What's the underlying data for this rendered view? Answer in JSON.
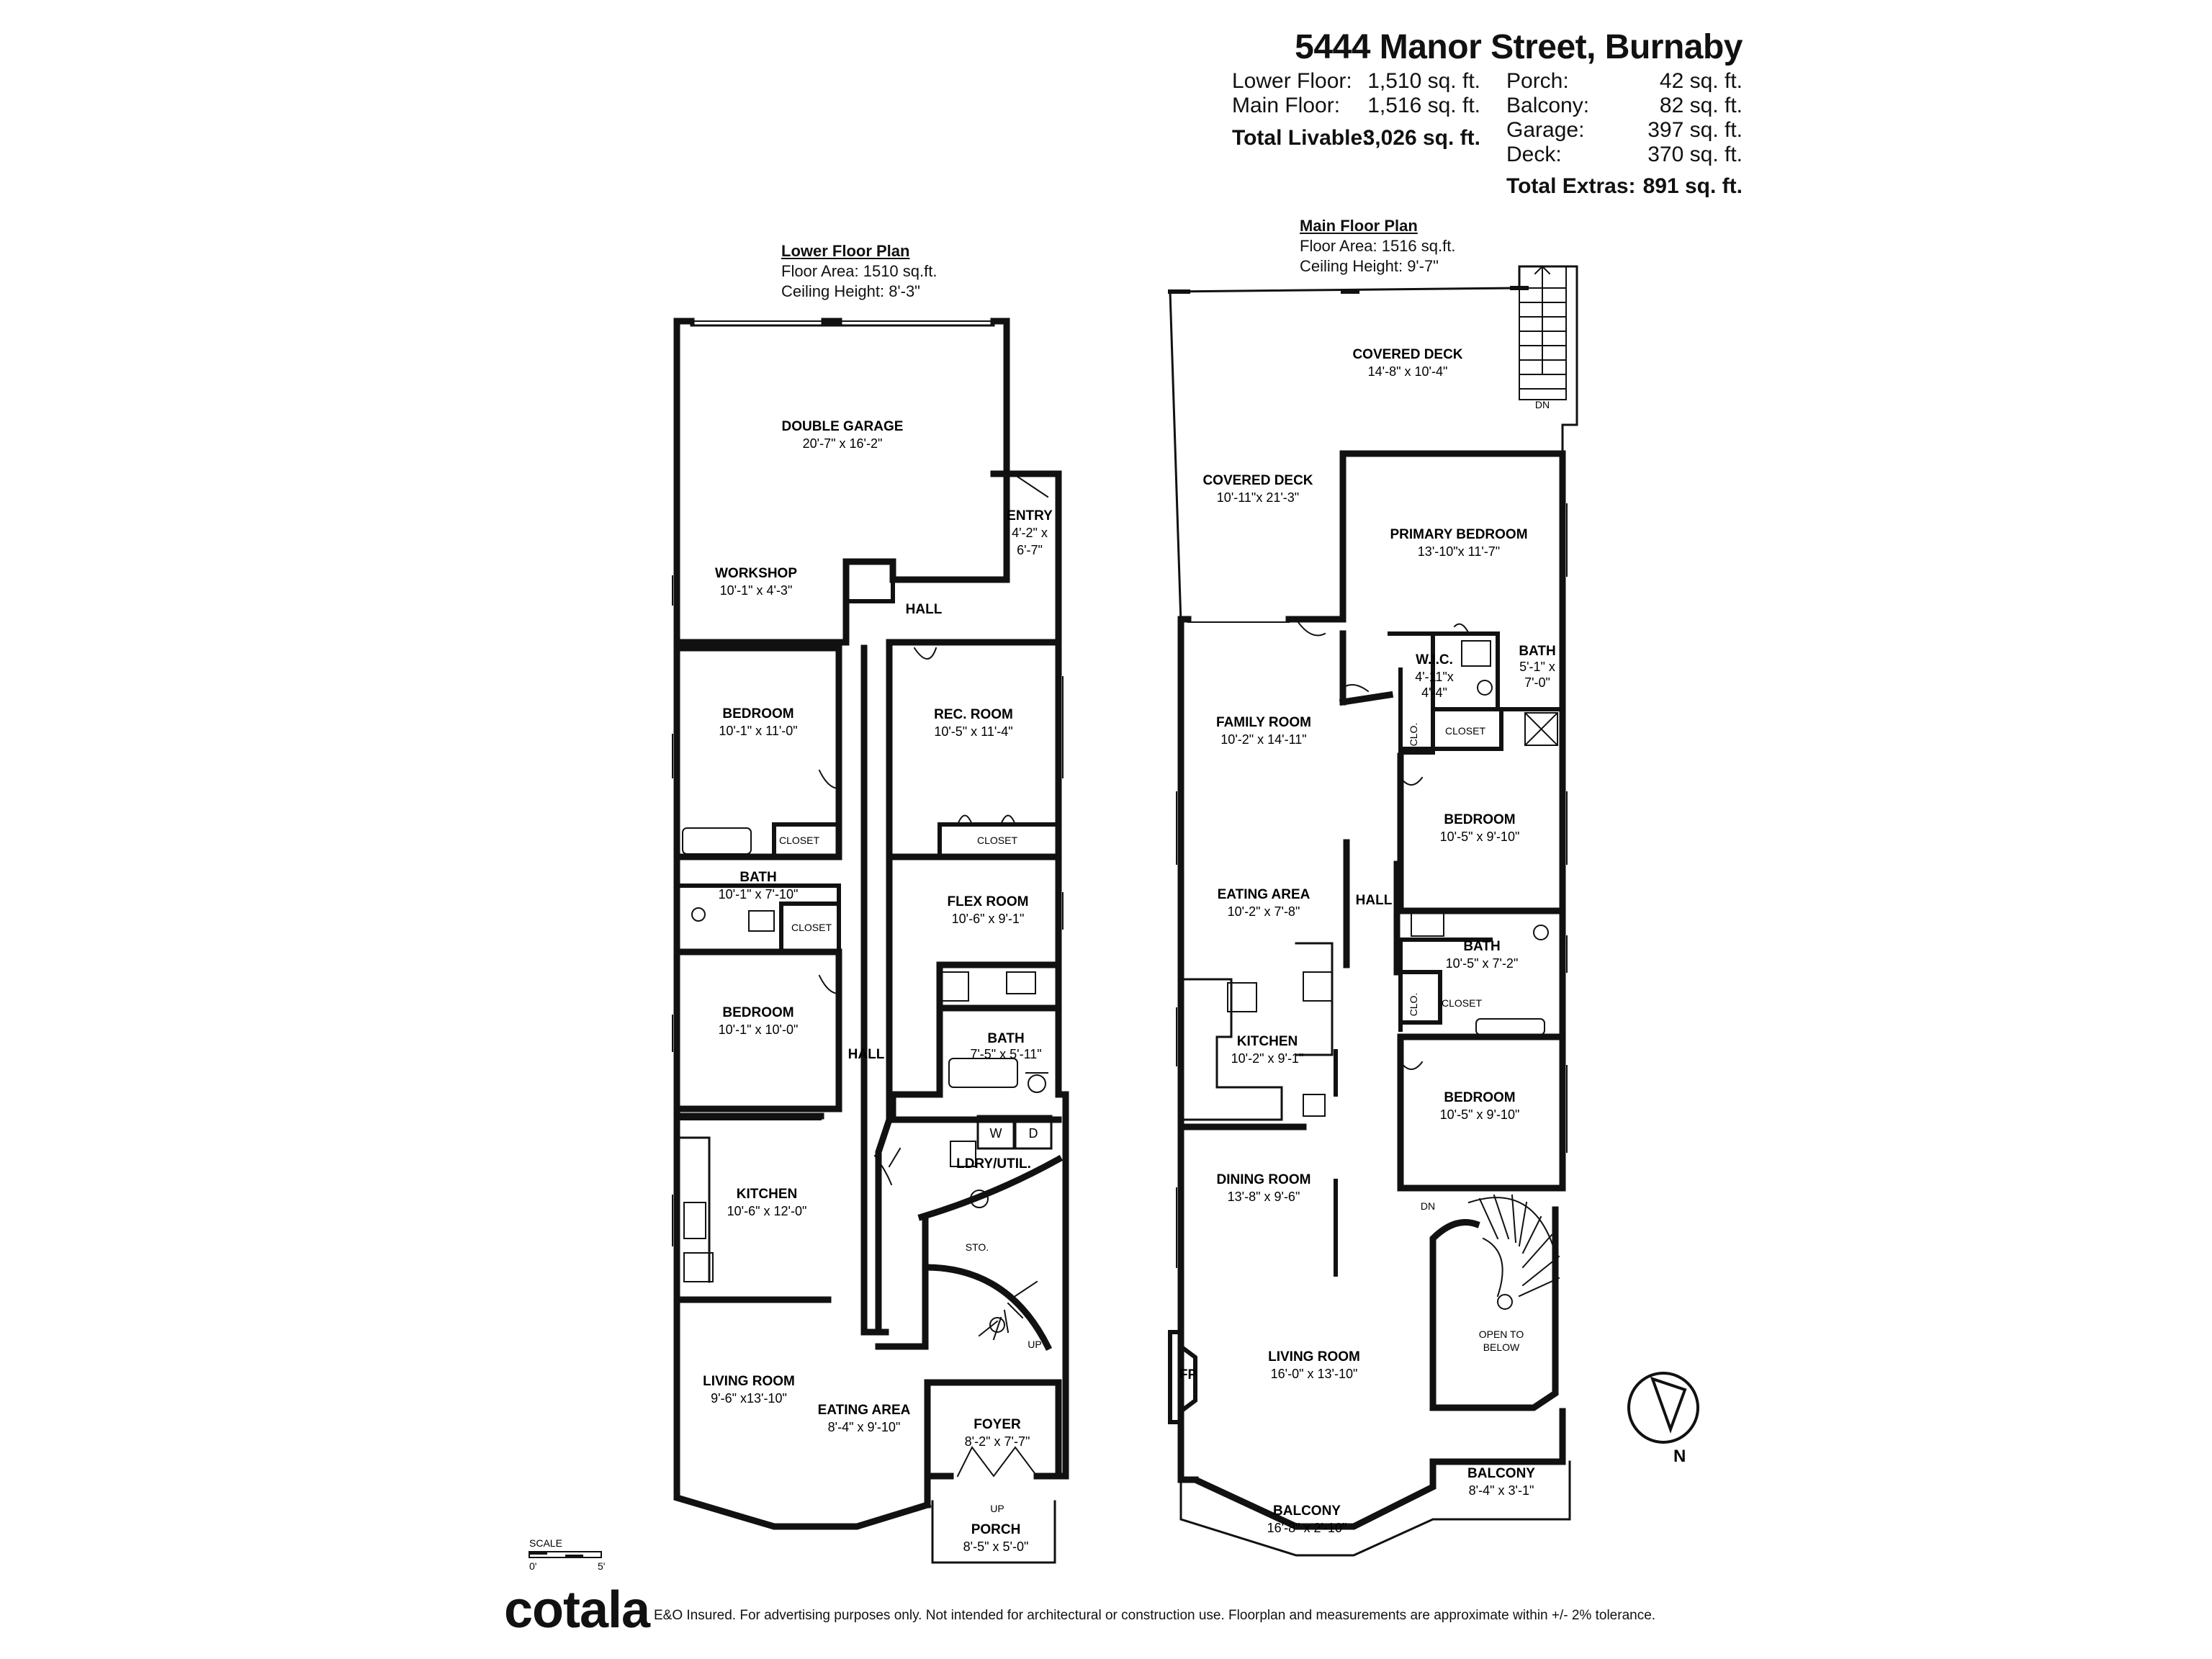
{
  "header": {
    "title": "5444 Manor Street, Burnaby",
    "livable": [
      {
        "label": "Lower Floor:",
        "value": "1,510 sq. ft."
      },
      {
        "label": "Main Floor:",
        "value": "1,516 sq. ft."
      }
    ],
    "total_livable": {
      "label": "Total Livable:",
      "value": "3,026 sq. ft."
    },
    "extras": [
      {
        "label": "Porch:",
        "value": "42 sq. ft."
      },
      {
        "label": "Balcony:",
        "value": "82 sq. ft."
      },
      {
        "label": "Garage:",
        "value": "397 sq. ft."
      },
      {
        "label": "Deck:",
        "value": "370 sq. ft."
      }
    ],
    "total_extras": {
      "label": "Total Extras:",
      "value": "891 sq. ft."
    }
  },
  "lower": {
    "title": "Lower Floor Plan",
    "area": "Floor Area: 1510 sq.ft.",
    "ceiling": "Ceiling Height: 8'-3\"",
    "rooms": {
      "garage": {
        "name": "DOUBLE GARAGE",
        "dim": "20'-7\" x 16'-2\""
      },
      "workshop": {
        "name": "WORKSHOP",
        "dim": "10'-1\" x  4'-3\""
      },
      "entry": {
        "name": "ENTRY",
        "dim1": "4'-2\"  x",
        "dim2": "6'-7\""
      },
      "hall_top": {
        "name": "HALL"
      },
      "bed1": {
        "name": "BEDROOM",
        "dim": "10'-1\" x 11'-0\""
      },
      "rec": {
        "name": "REC. ROOM",
        "dim": "10'-5\" x 11'-4\""
      },
      "closet1": {
        "name": "CLOSET"
      },
      "closet2": {
        "name": "CLOSET"
      },
      "closet3": {
        "name": "CLOSET"
      },
      "bath1": {
        "name": "BATH",
        "dim": "10'-1\" x 7'-10\""
      },
      "flex": {
        "name": "FLEX ROOM",
        "dim": "10'-6\" x  9'-1\""
      },
      "bed2": {
        "name": "BEDROOM",
        "dim": "10'-1\" x 10'-0\""
      },
      "bath2": {
        "name": "BATH",
        "dim": "7'-5\" x 5'-11\""
      },
      "hall_mid": {
        "name": "HALL"
      },
      "washer": "W",
      "dryer": "D",
      "kitchen": {
        "name": "KITCHEN",
        "dim": "10'-6\" x 12'-0\""
      },
      "laundry": {
        "name": "LDRY/UTIL."
      },
      "storage": {
        "name": "STO."
      },
      "up": "UP",
      "living": {
        "name": "LIVING ROOM",
        "dim": "9'-6\" x13'-10\""
      },
      "eating": {
        "name": "EATING AREA",
        "dim": "8'-4\" x  9'-10\""
      },
      "foyer": {
        "name": "FOYER",
        "dim": "8'-2\"  x  7'-7\""
      },
      "porch": {
        "name": "PORCH",
        "dim": "8'-5\" x 5'-0\"",
        "up": "UP"
      }
    }
  },
  "main": {
    "title": "Main Floor Plan",
    "area": "Floor Area: 1516 sq.ft.",
    "ceiling": "Ceiling Height: 9'-7\"",
    "rooms": {
      "deck_top": {
        "name": "COVERED DECK",
        "dim": "14'-8\" x 10'-4\""
      },
      "dn_top": "DN",
      "deck_left": {
        "name": "COVERED DECK",
        "dim": "10'-11\"x 21'-3\""
      },
      "primary": {
        "name": "PRIMARY BEDROOM",
        "dim": "13'-10\"x 11'-7\""
      },
      "wic": {
        "name": "W.I.C.",
        "dim1": "4'-11\"x",
        "dim2": "4'-4\""
      },
      "ens": {
        "name": "BATH",
        "dim1": "5'-1\" x",
        "dim2": "7'-0\""
      },
      "family": {
        "name": "FAMILY ROOM",
        "dim": "10'-2\" x 14'-11\""
      },
      "clo1": "CLO.",
      "closet_a": {
        "name": "CLOSET"
      },
      "bed1": {
        "name": "BEDROOM",
        "dim": "10'-5\" x 9'-10\""
      },
      "eating": {
        "name": "EATING AREA",
        "dim": "10'-2\" x  7'-8\""
      },
      "hall": {
        "name": "HALL"
      },
      "bath": {
        "name": "BATH",
        "dim": "10'-5\" x  7'-2\""
      },
      "clo2": "CLO.",
      "closet_b": {
        "name": "CLOSET"
      },
      "kitchen": {
        "name": "KITCHEN",
        "dim": "10'-2\" x  9'-1\""
      },
      "bed2": {
        "name": "BEDROOM",
        "dim": "10'-5\" x 9'-10\""
      },
      "dining": {
        "name": "DINING ROOM",
        "dim": "13'-8\" x  9'-6\""
      },
      "dn_stair": "DN",
      "open": {
        "line1": "OPEN TO",
        "line2": "BELOW"
      },
      "living": {
        "name": "LIVING ROOM",
        "dim": "16'-0\" x 13'-10\""
      },
      "fp": "FP",
      "balcony_small": {
        "name": "BALCONY",
        "dim": "8'-4\"  x  3'-1\""
      },
      "balcony": {
        "name": "BALCONY",
        "dim": "16'-8\" x 2'-10\""
      }
    }
  },
  "scale": {
    "label": "SCALE",
    "zero": "0'",
    "five": "5'"
  },
  "north": "N",
  "footer": {
    "logo": "cotala",
    "disclaimer": "E&O Insured. For advertising purposes only. Not intended for architectural or construction use. Floorplan and measurements are approximate within +/- 2% tolerance."
  }
}
